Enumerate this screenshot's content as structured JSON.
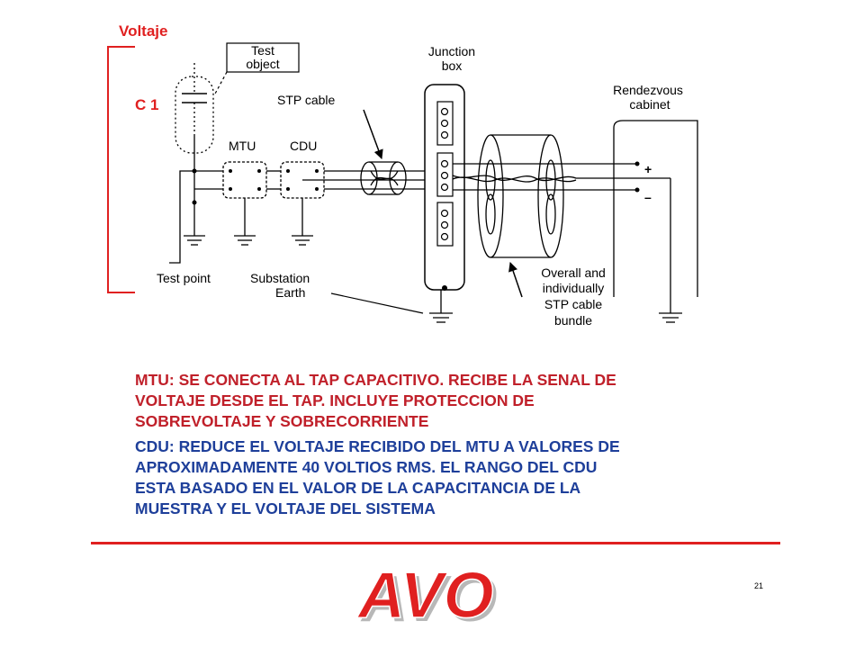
{
  "diagram": {
    "title": "Voltaje",
    "c1_label": "C 1",
    "test_object_label": [
      "Test",
      "object"
    ],
    "mtu_label": "MTU",
    "cdu_label": "CDU",
    "stp_cable_label": "STP  cable",
    "junction_box_label": [
      "Junction",
      "box"
    ],
    "rendezvous_label": [
      "Rendezvous",
      "cabinet"
    ],
    "plus_label": "+",
    "minus_label": "–",
    "test_point_label": "Test point",
    "substation_label": [
      "Substation",
      "Earth"
    ],
    "bundle_label": [
      "Overall and",
      "individually",
      "STP cable",
      "bundle"
    ]
  },
  "text": {
    "mtu_description": "MTU:   SE CONECTA AL TAP CAPACITIVO.  RECIBE LA SENAL DE\nVOLTAJE DESDE EL TAP.  INCLUYE PROTECCION DE\nSOBREVOLTAJE Y SOBRECORRIENTE",
    "cdu_description": "CDU:  REDUCE EL VOLTAJE RECIBIDO DEL MTU A VALORES DE\nAPROXIMADAMENTE 40 VOLTIOS RMS.  EL RANGO DEL CDU\nESTA BASADO EN EL VALOR DE LA CAPACITANCIA DE LA\nMUESTRA Y EL VOLTAJE DEL SISTEMA"
  },
  "footer": {
    "logo_text": "AVO",
    "page_number": "21"
  },
  "colors": {
    "accent_red": "#e02020",
    "mtu_text": "#c0202a",
    "cdu_text": "#1e3f9a"
  }
}
